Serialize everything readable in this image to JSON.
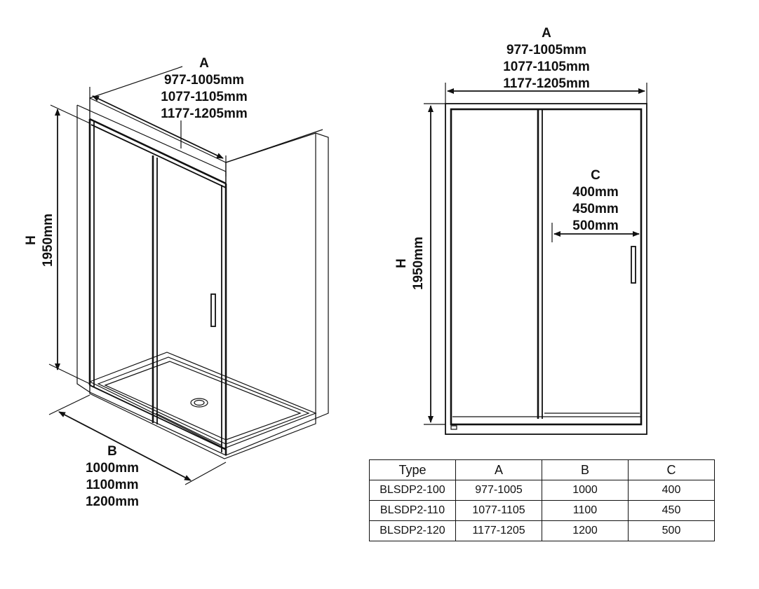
{
  "left_view": {
    "A": {
      "letter": "A",
      "values": [
        "977-1005mm",
        "1077-1105mm",
        "1177-1205mm"
      ]
    },
    "H": {
      "letter": "H",
      "value": "1950mm"
    },
    "B": {
      "letter": "B",
      "values": [
        "1000mm",
        "1100mm",
        "1200mm"
      ]
    }
  },
  "right_view": {
    "A": {
      "letter": "A",
      "values": [
        "977-1005mm",
        "1077-1105mm",
        "1177-1205mm"
      ]
    },
    "H": {
      "letter": "H",
      "value": "1950mm"
    },
    "C": {
      "letter": "C",
      "values": [
        "400mm",
        "450mm",
        "500mm"
      ]
    }
  },
  "spec_table": {
    "headers": [
      "Type",
      "A",
      "B",
      "C"
    ],
    "rows": [
      [
        "BLSDP2-100",
        "977-1005",
        "1000",
        "400"
      ],
      [
        "BLSDP2-110",
        "1077-1105",
        "1100",
        "450"
      ],
      [
        "BLSDP2-120",
        "1177-1205",
        "1200",
        "500"
      ]
    ]
  }
}
